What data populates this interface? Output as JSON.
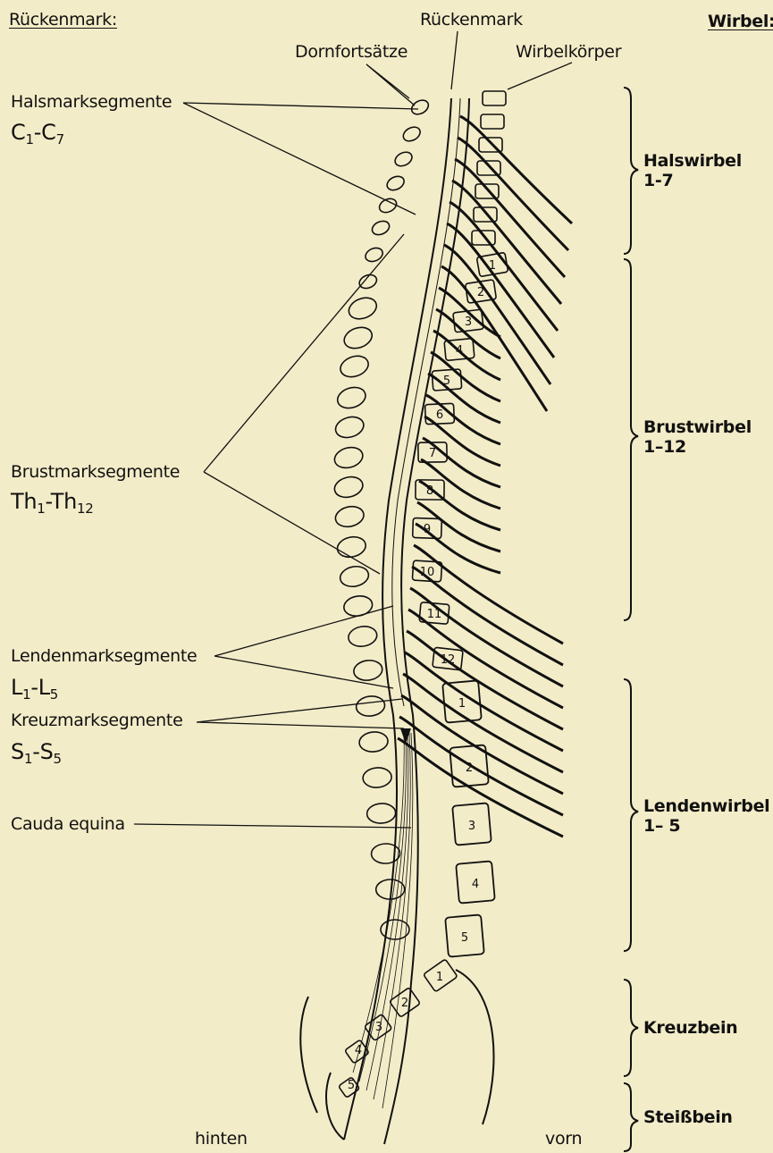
{
  "headers": {
    "left": "Rückenmark:",
    "right": "Wirbel:"
  },
  "top_labels": {
    "spinal_cord": "Rückenmark",
    "spinous": "Dornfortsätze",
    "vertebral_body": "Wirbelkörper"
  },
  "segments": {
    "cervical": {
      "name": "Halsmarksegmente",
      "a": "C",
      "a_sub": "1",
      "b": "C",
      "b_sub": "7"
    },
    "thoracic": {
      "name": "Brustmarksegmente",
      "a": "Th",
      "a_sub": "1",
      "b": "Th",
      "b_sub": "12"
    },
    "lumbar": {
      "name": "Lendenmarksegmente",
      "a": "L",
      "a_sub": "1",
      "b": "L",
      "b_sub": "5"
    },
    "sacral": {
      "name": "Kreuzmarksegmente",
      "a": "S",
      "a_sub": "1",
      "b": "S",
      "b_sub": "5"
    },
    "cauda": "Cauda equina"
  },
  "vertebrae": {
    "cervical": {
      "name": "Halswirbel",
      "range": "1-7"
    },
    "thoracic": {
      "name": "Brustwirbel",
      "range": "1–12"
    },
    "lumbar": {
      "name": "Lendenwirbel",
      "range": "1– 5"
    },
    "sacrum": {
      "name": "Kreuzbein"
    },
    "coccyx": {
      "name": "Steißbein"
    }
  },
  "thoracic_numbers": [
    "1",
    "2",
    "3",
    "4",
    "5",
    "6",
    "7",
    "8",
    "9",
    "10",
    "11",
    "12"
  ],
  "lumbar_numbers": [
    "1",
    "2",
    "3",
    "4",
    "5"
  ],
  "sacral_numbers": [
    "1",
    "2",
    "3",
    "4",
    "5"
  ],
  "bottom": {
    "back": "hinten",
    "front": "vorn"
  }
}
